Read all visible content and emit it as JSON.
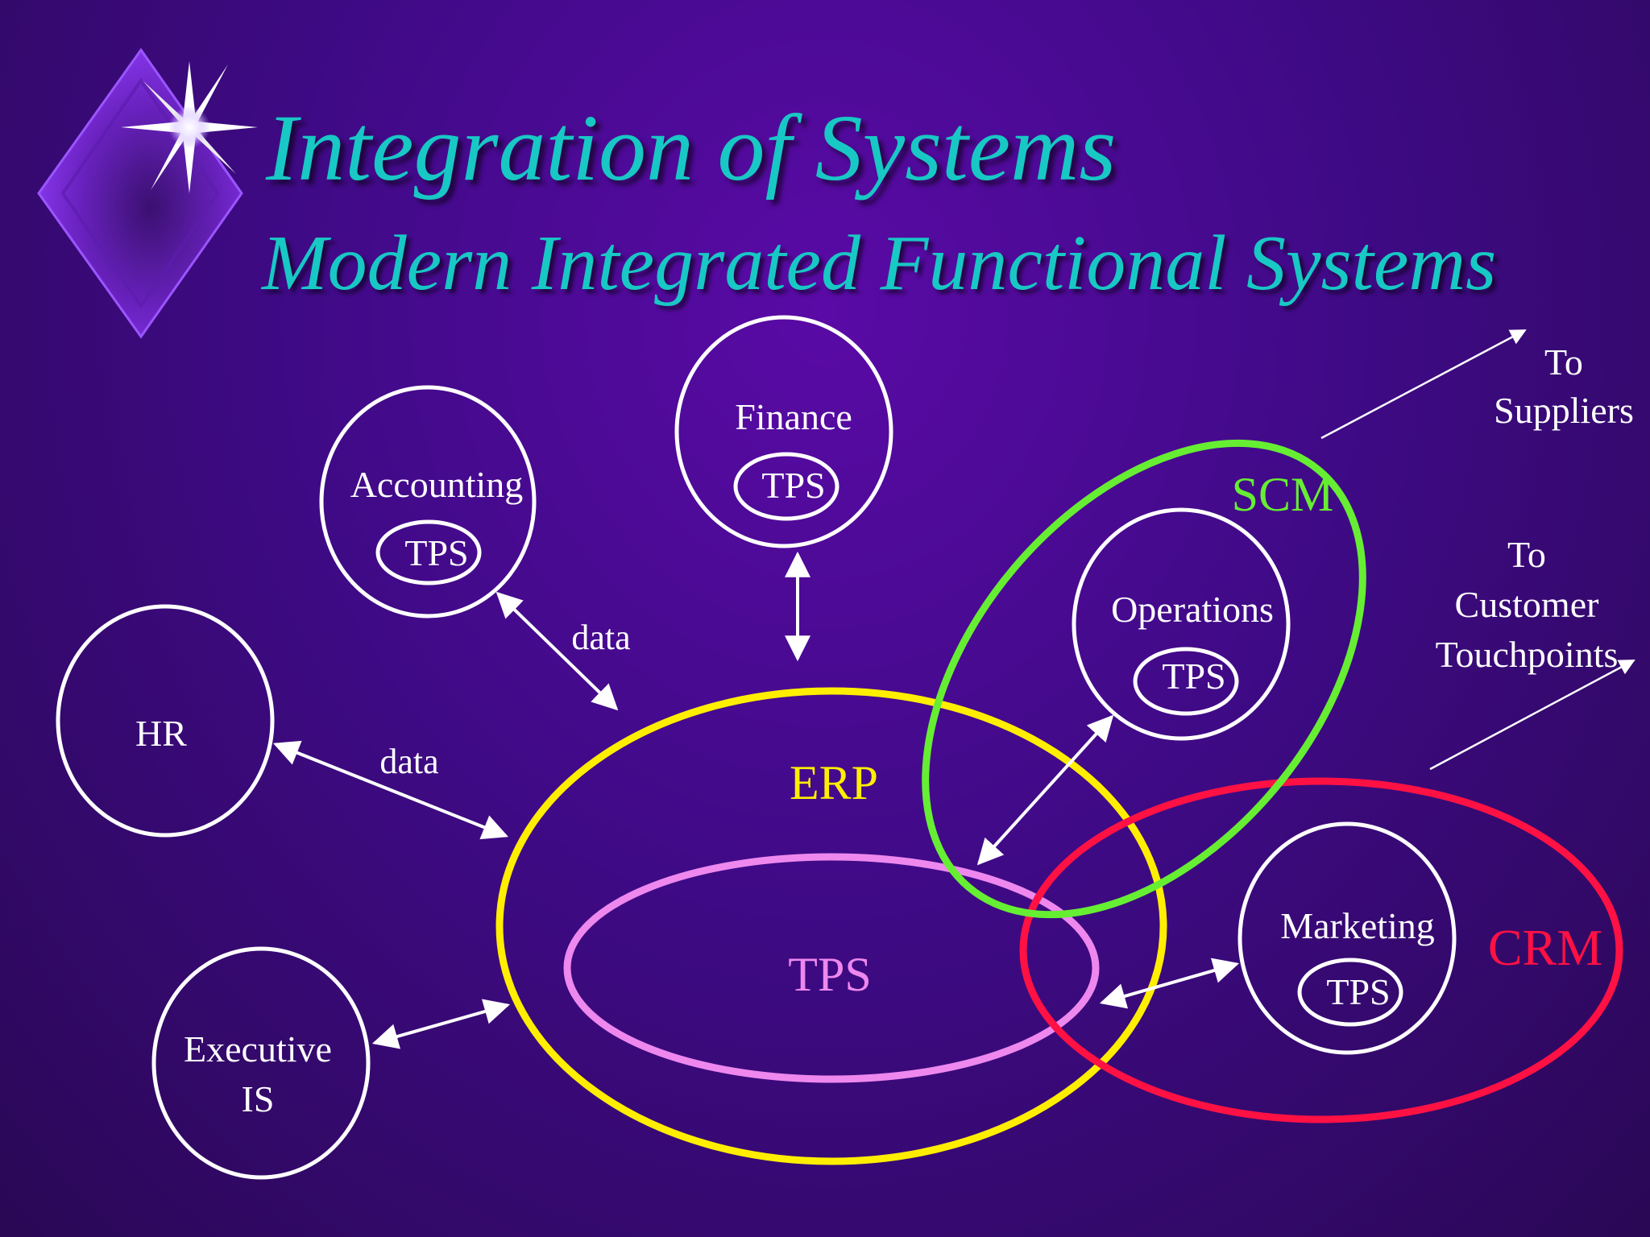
{
  "slide": {
    "title": "Integration of Systems",
    "subtitle": "Modern Integrated Functional Systems"
  },
  "colors": {
    "title": "#18c8c4",
    "erp": "#ffee00",
    "tps_core": "#ee88ee",
    "scm": "#66ee33",
    "crm": "#ff1144",
    "node": "#ffffff"
  },
  "nodes": {
    "accounting": {
      "label": "Accounting",
      "tps": "TPS"
    },
    "finance": {
      "label": "Finance",
      "tps": "TPS"
    },
    "hr": {
      "label": "HR"
    },
    "executive": {
      "line1": "Executive",
      "line2": "IS"
    },
    "operations": {
      "label": "Operations",
      "tps": "TPS"
    },
    "marketing": {
      "label": "Marketing",
      "tps": "TPS"
    }
  },
  "groups": {
    "erp": "ERP",
    "tps": "TPS",
    "scm": "SCM",
    "crm": "CRM"
  },
  "edges": {
    "accounting_data": "data",
    "hr_data": "data"
  },
  "external": {
    "suppliers_line1": "To",
    "suppliers_line2": "Suppliers",
    "customers_line1": "To",
    "customers_line2": "Customer",
    "customers_line3": "Touchpoints"
  }
}
